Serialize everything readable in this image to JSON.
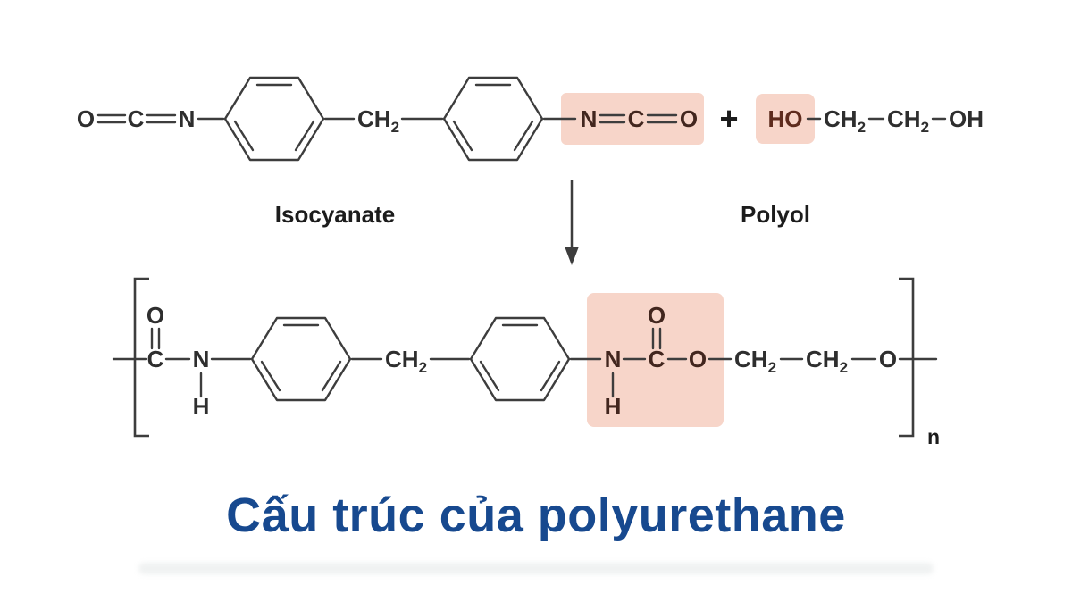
{
  "title": "Cấu trúc của polyurethane",
  "reaction": {
    "reactant_label_left": "Isocyanate",
    "reactant_label_right": "Polyol",
    "plus_sign": "+",
    "polymer_repeat_subscript": "n"
  },
  "atoms": {
    "O": "O",
    "C": "C",
    "N": "N",
    "H": "H",
    "CH": "CH",
    "sub2": "2",
    "HO": "HO",
    "OH": "OH"
  },
  "colors": {
    "bond": "#3d3d3d",
    "atom_text": "#2e2e2e",
    "highlight_bg": "#f7d5c9",
    "highlight_text": "#42261e",
    "hydroxyl_text": "#5e2b1d",
    "title_text": "#17498f",
    "label_text": "#1c1c1c"
  }
}
